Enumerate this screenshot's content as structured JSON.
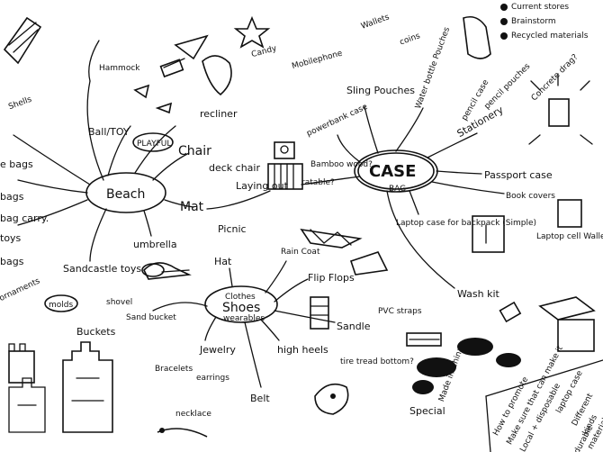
{
  "hubs": {
    "beach": "Beach",
    "shoes": "Shoes",
    "shoes_sub": "wearables",
    "case": "CASE",
    "case_sub": "BAG"
  },
  "beach_branches": {
    "playful": "PLAYFUL",
    "ball_toy": "Ball/TOY",
    "hammock": "Hammock",
    "chair": "Chair",
    "recliner": "recliner",
    "deck_chair": "deck chair",
    "mat": "Mat",
    "laying_out": "Laying out",
    "picnic": "Picnic",
    "umbrella": "umbrella",
    "sandcastle_toys": "Sandcastle toys",
    "molds": "molds",
    "shovel": "shovel",
    "buckets": "Buckets",
    "toys": "toys",
    "bags": "bags",
    "bag_carry": "bag carry.",
    "left_bags": "e bags",
    "left_bags2": "bags",
    "left_ornaments": "ornaments",
    "left_shells": "Shells",
    "sand_bucket": "Sand bucket"
  },
  "shoes_branches": {
    "hat": "Hat",
    "rain_coat": "Rain Coat",
    "flip_flops": "Flip Flops",
    "sandle": "Sandle",
    "pvc_straps": "PVC straps",
    "tire_tread": "tire tread bottom?",
    "high_heels": "high heels",
    "jewelry": "Jewelry",
    "bracelets": "Bracelets",
    "earrings": "earrings",
    "necklace": "necklace",
    "belt": "Belt",
    "special": "Special",
    "made_in_china": "Made in China"
  },
  "case_branches": {
    "mobile_phone": "Mobilephone",
    "wallets": "Wallets",
    "coins": "coins",
    "candy": "Candy",
    "sling_pouches": "Sling Pouches",
    "water_bottle_pouches": "Water bottle Pouches",
    "pencil_case": "pencil case",
    "pencil_pouches": "pencil pouches",
    "stationery": "Stationery",
    "powerbank_case": "powerbank case",
    "bamboo_wood": "Bamboo wood?",
    "ratable": "ratable?",
    "passport_case": "Passport case",
    "book_covers": "Book covers",
    "laptop_case": "Laptop case for backpack (Simple)",
    "laptop_cell_wallet": "Laptop cell Wallet Passport wash kit",
    "wash_kit": "Wash kit",
    "concrete_drag": "Concrete drag?"
  },
  "legend": {
    "current_items": "Current stores",
    "brainstorm": "Brainstorm",
    "recycled": "Recycled materials"
  },
  "notes": {
    "note1": "How to promote",
    "note2": "Make sure that can make it",
    "note3": "Local + disposable",
    "note4": "laptop case",
    "note5": "Different",
    "note6": "kinds",
    "note7": "material",
    "note8": "durable"
  }
}
